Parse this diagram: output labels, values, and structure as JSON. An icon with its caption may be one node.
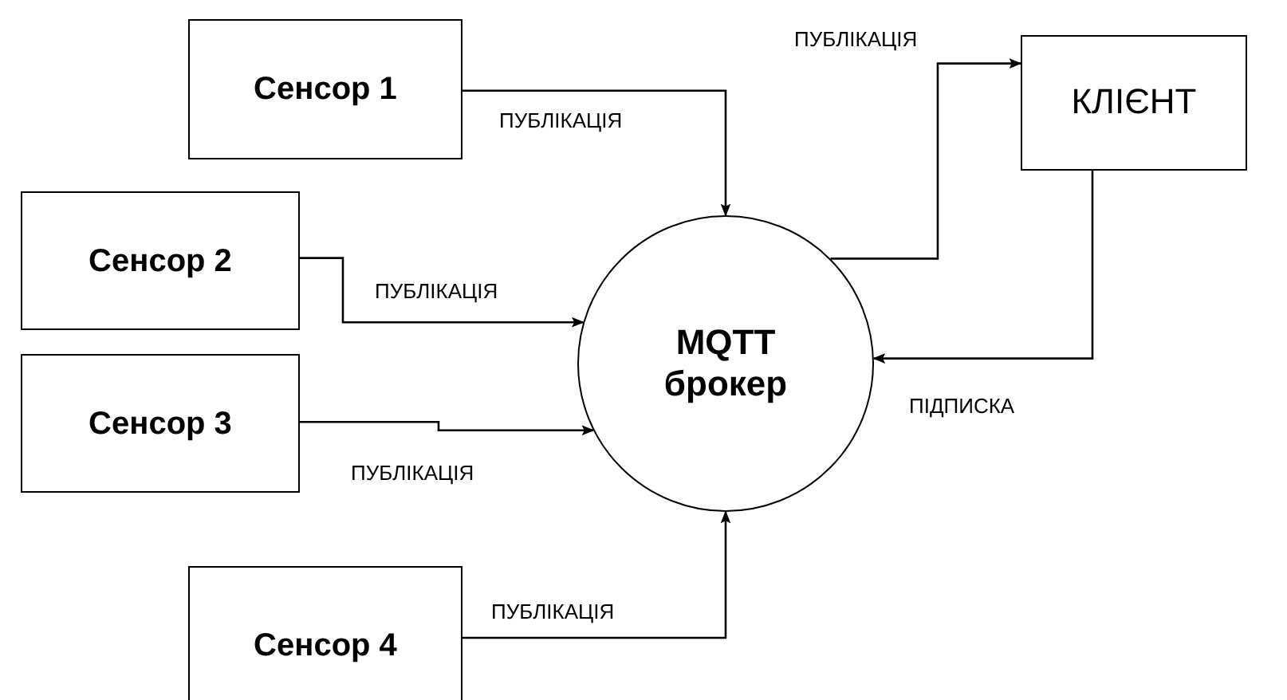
{
  "diagram": {
    "nodes": [
      {
        "text": [
          "Сенсор 1"
        ]
      },
      {
        "text": [
          "Сенсор 2"
        ]
      },
      {
        "text": [
          "Сенсор 3"
        ]
      },
      {
        "text": [
          "Сенсор 4"
        ]
      },
      {
        "text": [
          "MQTT брокер"
        ]
      },
      {
        "text": [
          "КЛІЄНТ"
        ]
      }
    ],
    "edges": [
      {
        "from": 0,
        "to": 4,
        "arrow": "to",
        "label": "ПУБЛІКАЦІЯ"
      },
      {
        "from": 1,
        "to": 4,
        "arrow": "to",
        "label": "ПУБЛІКАЦІЯ"
      },
      {
        "from": 2,
        "to": 4,
        "arrow": "to",
        "label": "ПУБЛІКАЦІЯ"
      },
      {
        "from": 3,
        "to": 4,
        "arrow": "to",
        "label": "ПУБЛІКАЦІЯ"
      },
      {
        "from": 4,
        "to": 5,
        "arrow": "to",
        "label": "ПУБЛІКАЦІЯ"
      },
      {
        "from": 5,
        "to": 4,
        "arrow": "to",
        "label": "ПІДПИСКА"
      }
    ]
  }
}
